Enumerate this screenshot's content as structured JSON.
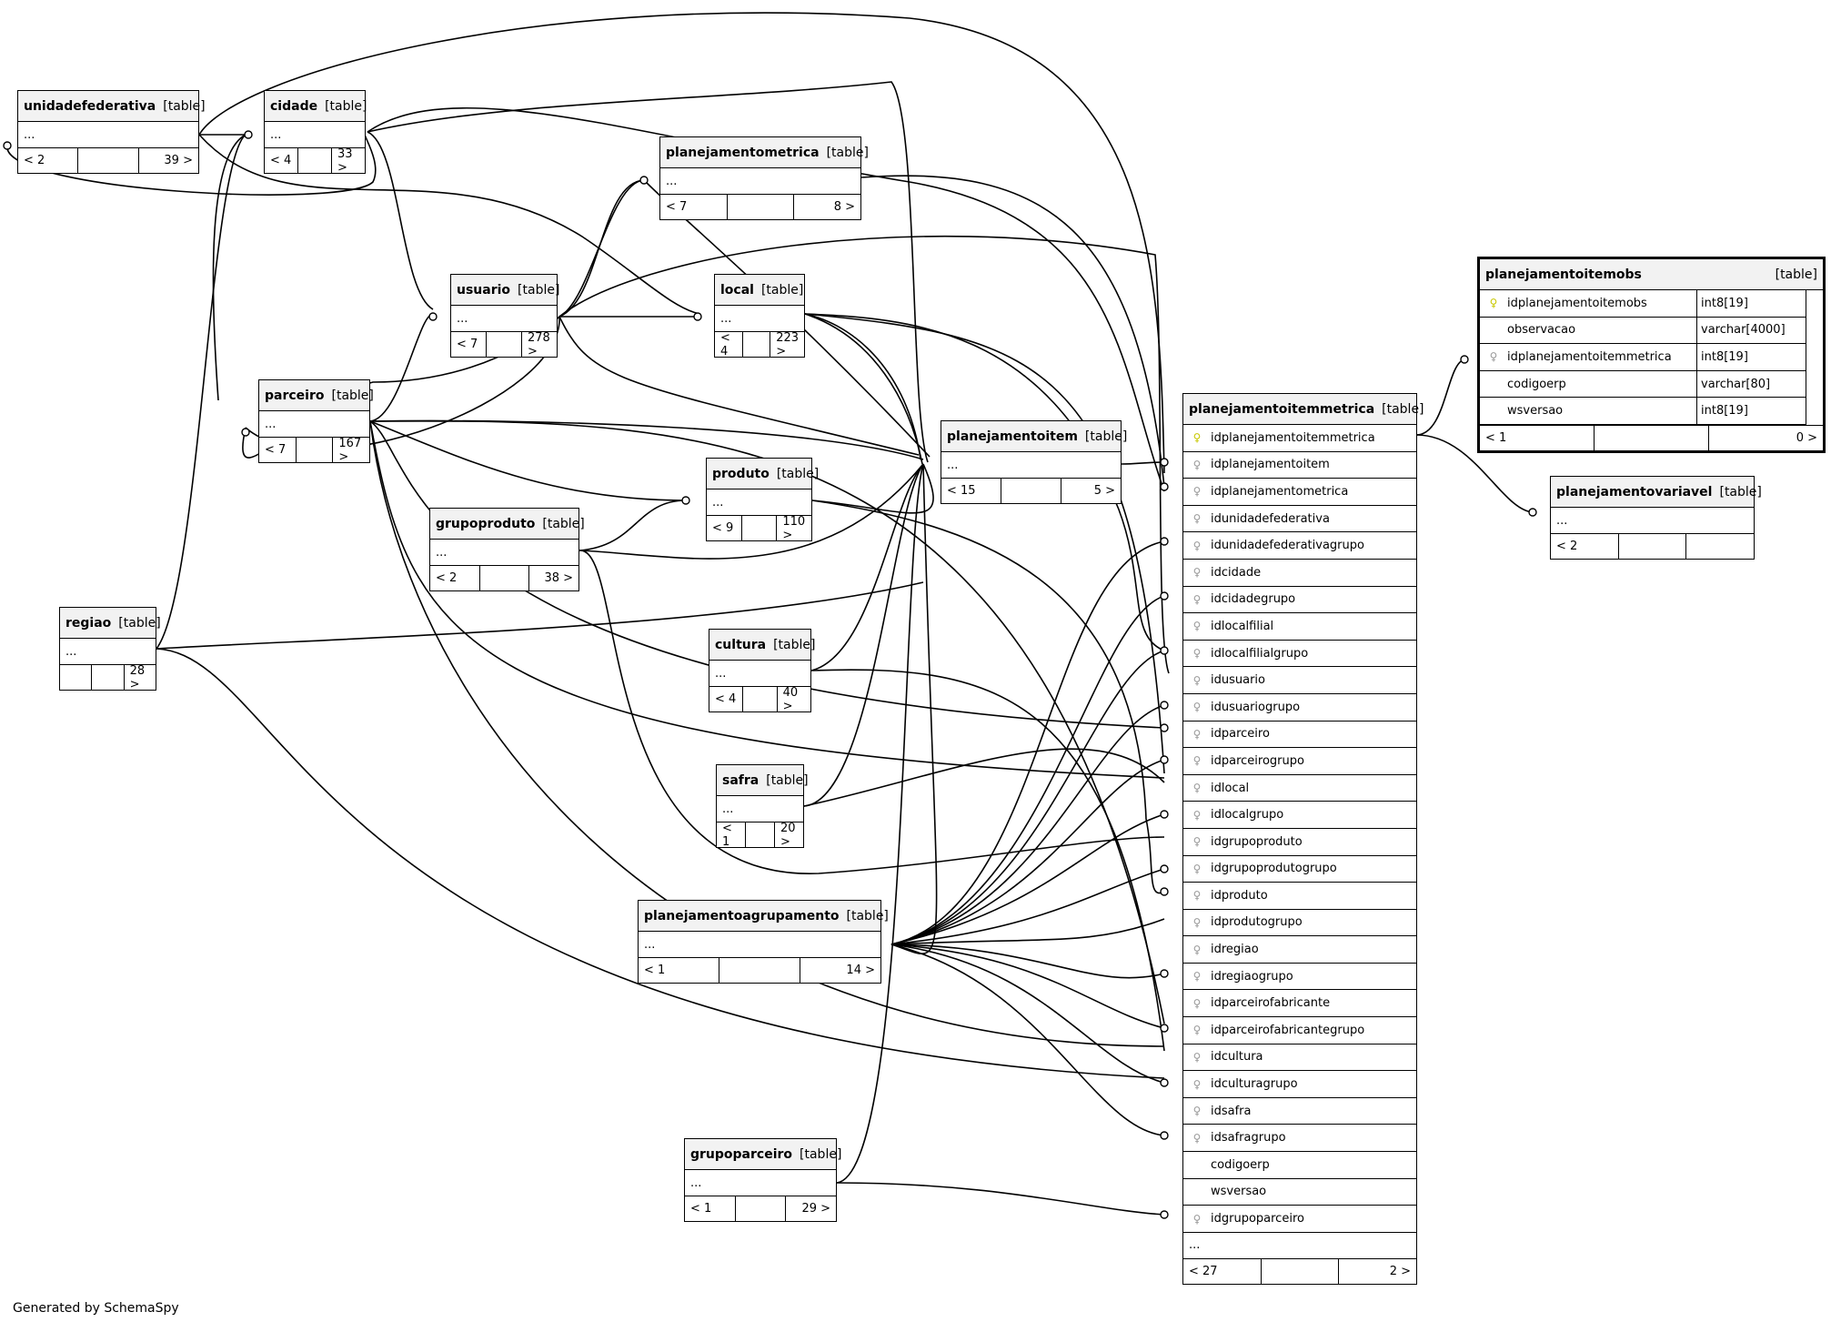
{
  "footer": "Generated by SchemaSpy",
  "tag": "[table]",
  "tables": [
    {
      "id": "unidadefederativa",
      "name": "unidadefederativa",
      "rows": "...",
      "foot": [
        "< 2",
        "",
        "39 >"
      ]
    },
    {
      "id": "cidade",
      "name": "cidade",
      "rows": "...",
      "foot": [
        "< 4",
        "",
        "33 >"
      ]
    },
    {
      "id": "planejamentometrica",
      "name": "planejamentometrica",
      "rows": "...",
      "foot": [
        "< 7",
        "",
        "8 >"
      ]
    },
    {
      "id": "usuario",
      "name": "usuario",
      "rows": "...",
      "foot": [
        "< 7",
        "",
        "278 >"
      ]
    },
    {
      "id": "local",
      "name": "local",
      "rows": "...",
      "foot": [
        "< 4",
        "",
        "223 >"
      ]
    },
    {
      "id": "parceiro",
      "name": "parceiro",
      "rows": "...",
      "foot": [
        "< 7",
        "",
        "167 >"
      ]
    },
    {
      "id": "planejamentoitem",
      "name": "planejamentoitem",
      "rows": "...",
      "foot": [
        "< 15",
        "",
        "5 >"
      ]
    },
    {
      "id": "produto",
      "name": "produto",
      "rows": "...",
      "foot": [
        "< 9",
        "",
        "110 >"
      ]
    },
    {
      "id": "grupoproduto",
      "name": "grupoproduto",
      "rows": "...",
      "foot": [
        "< 2",
        "",
        "38 >"
      ]
    },
    {
      "id": "regiao",
      "name": "regiao",
      "rows": "...",
      "foot": [
        "",
        "",
        "28 >"
      ]
    },
    {
      "id": "cultura",
      "name": "cultura",
      "rows": "...",
      "foot": [
        "< 4",
        "",
        "40 >"
      ]
    },
    {
      "id": "safra",
      "name": "safra",
      "rows": "...",
      "foot": [
        "< 1",
        "",
        "20 >"
      ]
    },
    {
      "id": "planejamentoagrupamento",
      "name": "planejamentoagrupamento",
      "rows": "...",
      "foot": [
        "< 1",
        "",
        "14 >"
      ]
    },
    {
      "id": "grupoparceiro",
      "name": "grupoparceiro",
      "rows": "...",
      "foot": [
        "< 1",
        "",
        "29 >"
      ]
    },
    {
      "id": "planejamentovariavel",
      "name": "planejamentovariavel",
      "rows": "...",
      "foot": [
        "< 2",
        "",
        ""
      ]
    }
  ],
  "planejamentoitemobs": {
    "name": "planejamentoitemobs",
    "columns": [
      {
        "name": "idplanejamentoitemobs",
        "type": "int8[19]",
        "key": "pk"
      },
      {
        "name": "observacao",
        "type": "varchar[4000]",
        "key": ""
      },
      {
        "name": "idplanejamentoitemmetrica",
        "type": "int8[19]",
        "key": "fk"
      },
      {
        "name": "codigoerp",
        "type": "varchar[80]",
        "key": ""
      },
      {
        "name": "wsversao",
        "type": "int8[19]",
        "key": ""
      }
    ],
    "foot": [
      "< 1",
      "",
      "0 >"
    ]
  },
  "planejamentoitemmetrica": {
    "name": "planejamentoitemmetrica",
    "columns": [
      {
        "name": "idplanejamentoitemmetrica",
        "key": "pk"
      },
      {
        "name": "idplanejamentoitem",
        "key": "fk"
      },
      {
        "name": "idplanejamentometrica",
        "key": "fk"
      },
      {
        "name": "idunidadefederativa",
        "key": "fk"
      },
      {
        "name": "idunidadefederativagrupo",
        "key": "fk"
      },
      {
        "name": "idcidade",
        "key": "fk"
      },
      {
        "name": "idcidadegrupo",
        "key": "fk"
      },
      {
        "name": "idlocalfilial",
        "key": "fk"
      },
      {
        "name": "idlocalfilialgrupo",
        "key": "fk"
      },
      {
        "name": "idusuario",
        "key": "fk"
      },
      {
        "name": "idusuariogrupo",
        "key": "fk"
      },
      {
        "name": "idparceiro",
        "key": "fk"
      },
      {
        "name": "idparceirogrupo",
        "key": "fk"
      },
      {
        "name": "idlocal",
        "key": "fk"
      },
      {
        "name": "idlocalgrupo",
        "key": "fk"
      },
      {
        "name": "idgrupoproduto",
        "key": "fk"
      },
      {
        "name": "idgrupoprodutogrupo",
        "key": "fk"
      },
      {
        "name": "idproduto",
        "key": "fk"
      },
      {
        "name": "idprodutogrupo",
        "key": "fk"
      },
      {
        "name": "idregiao",
        "key": "fk"
      },
      {
        "name": "idregiaogrupo",
        "key": "fk"
      },
      {
        "name": "idparceirofabricante",
        "key": "fk"
      },
      {
        "name": "idparceirofabricantegrupo",
        "key": "fk"
      },
      {
        "name": "idcultura",
        "key": "fk"
      },
      {
        "name": "idculturagrupo",
        "key": "fk"
      },
      {
        "name": "idsafra",
        "key": "fk"
      },
      {
        "name": "idsafragrupo",
        "key": "fk"
      },
      {
        "name": "codigoerp",
        "key": ""
      },
      {
        "name": "wsversao",
        "key": ""
      },
      {
        "name": "idgrupoparceiro",
        "key": "fk"
      }
    ],
    "rows": "...",
    "foot": [
      "< 27",
      "",
      "2 >"
    ]
  }
}
